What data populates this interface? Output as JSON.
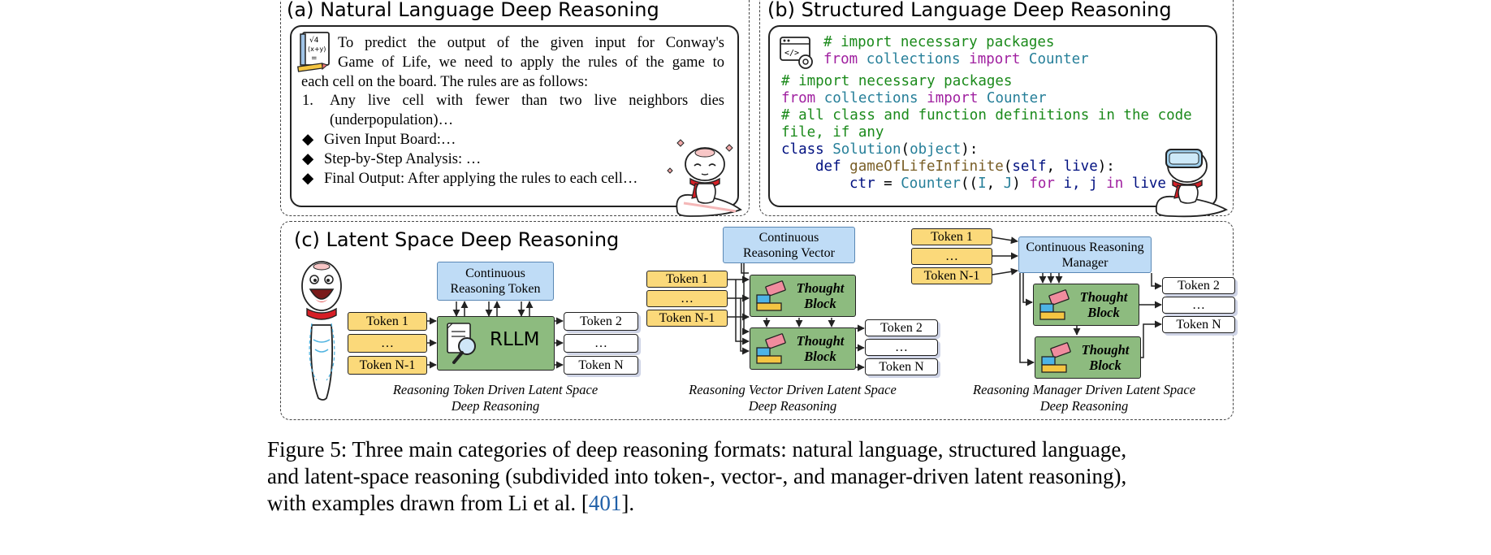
{
  "panel_a": {
    "title": "(a) Natural Language Deep Reasoning",
    "line1": "To predict the output of the given input for Conway's",
    "line2": "Game of Life, we need to apply the rules of the game to",
    "line3": "each cell on the board. The rules are as follows:",
    "rule_num": "1.",
    "rule_text": "Any live cell with fewer than two live neighbors dies",
    "rule_cont": "(underpopulation)…",
    "bullets": [
      "Given Input Board:…",
      "Step-by-Step Analysis: …",
      "Final Output: After applying the rules to each cell…"
    ],
    "bullet_glyph": "◆"
  },
  "panel_b": {
    "title": "(b) Structured Language Deep Reasoning",
    "c1": "# import necessary packages",
    "c2_from": "from",
    "c2_mod": "collections",
    "c2_imp": "import",
    "c2_cls": "Counter",
    "c3": "# import necessary packages",
    "c5": "# all class and function definitions in the code",
    "c6": "file, if any",
    "c7_class": "class",
    "c7_name": "Solution",
    "c7_obj": "object",
    "c8_def": "def",
    "c8_fn": "gameOfLifeInfinite",
    "c8_self": "self",
    "c8_live": "live",
    "c9_ctr": "ctr",
    "c9_counter": "Counter",
    "c9_I": "I",
    "c9_J": "J",
    "c9_for": "for",
    "c9_ij": "i, j",
    "c9_in": "in",
    "c9_live": "live"
  },
  "panel_c": {
    "title": "(c) Latent Space Deep Reasoning",
    "token_1": "Token 1",
    "ellipsis": "…",
    "token_n1": "Token N-1",
    "token_2": "Token 2",
    "token_n": "Token N",
    "rllm": "RLLM",
    "crt": "Continuous Reasoning Token",
    "crv": "Continuous Reasoning Vector",
    "crm": "Continuous Reasoning Manager",
    "thought_block": "Thought Block",
    "cap1": "Reasoning Token Driven Latent Space Deep Reasoning",
    "cap2": "Reasoning Vector Driven Latent Space Deep Reasoning",
    "cap3": "Reasoning Manager Driven Latent Space Deep Reasoning"
  },
  "figure": {
    "line1": "Figure 5: Three main categories of deep reasoning formats: natural language, structured language,",
    "line2": "and latent-space reasoning (subdivided into token-, vector-, and manager-driven latent reasoning),",
    "line3_pre": "with examples drawn from Li et al. [",
    "ref": "401",
    "line3_post": "]."
  },
  "colors": {
    "token": "#fbd97a",
    "blue_box": "#bfdcf6",
    "green_block": "#8dbb7f",
    "link": "#1f5fa8"
  }
}
